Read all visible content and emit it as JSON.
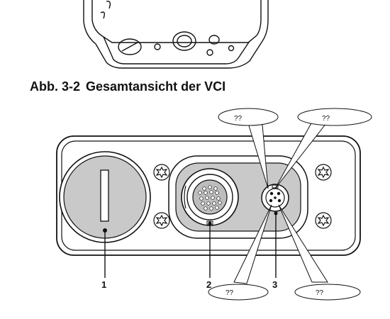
{
  "caption": {
    "figure_number": "Abb. 3-2",
    "title": "Gesamtansicht der VCI"
  },
  "callouts": [
    {
      "id": "1",
      "label": "1"
    },
    {
      "id": "2",
      "label": "2"
    },
    {
      "id": "3",
      "label": "3"
    }
  ],
  "bubbles": [
    {
      "id": "top-left",
      "text": "??"
    },
    {
      "id": "top-right",
      "text": "??"
    },
    {
      "id": "bottom-left",
      "text": "??"
    },
    {
      "id": "bottom-right",
      "text": "??"
    }
  ],
  "colors": {
    "line": "#111111",
    "shade": "#c8c8c8",
    "shade_dark": "#9a9a9a",
    "paper": "#ffffff"
  }
}
